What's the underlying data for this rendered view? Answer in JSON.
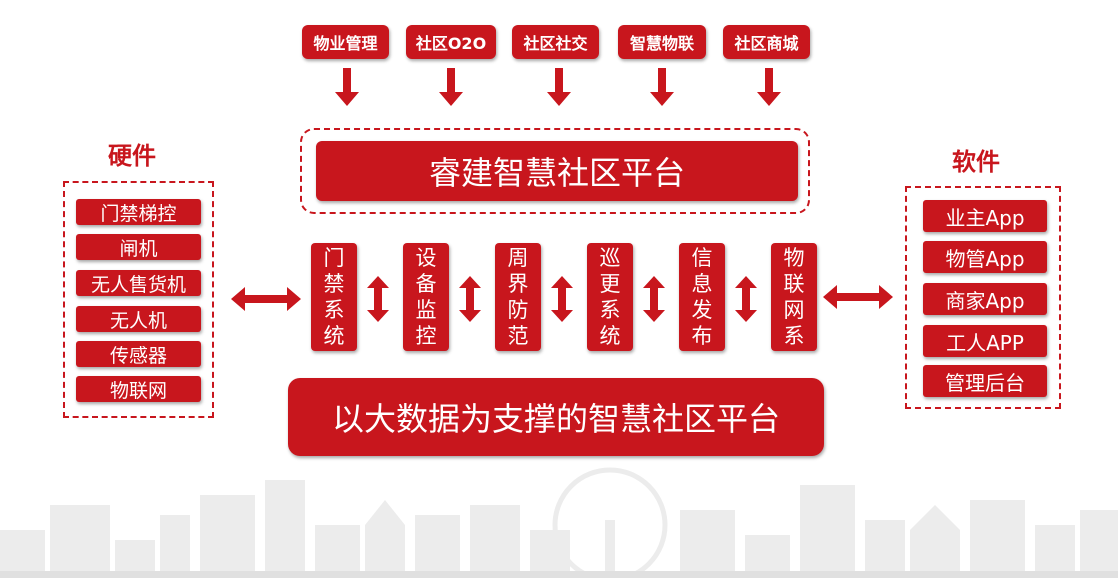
{
  "top_modules": [
    "物业管理",
    "社区O2O",
    "社区社交",
    "智慧物联",
    "社区商城"
  ],
  "platform_title": "睿建智慧社区平台",
  "hardware": {
    "title": "硬件",
    "items": [
      "门禁梯控",
      "闸机",
      "无人售货机",
      "无人机",
      "传感器",
      "物联网"
    ]
  },
  "software": {
    "title": "软件",
    "items": [
      "业主App",
      "物管App",
      "商家App",
      "工人APP",
      "管理后台"
    ]
  },
  "subsystems": [
    "门禁系统",
    "设备监控",
    "周界防范",
    "巡更系统",
    "信息发布",
    "物联网系统"
  ],
  "bottom_platform": "以大数据为支撑的智慧社区平台",
  "colors": {
    "primary_red": "#c8161d",
    "text_on_red": "#ffffff",
    "skyline_gray": "#e6e6e6"
  }
}
